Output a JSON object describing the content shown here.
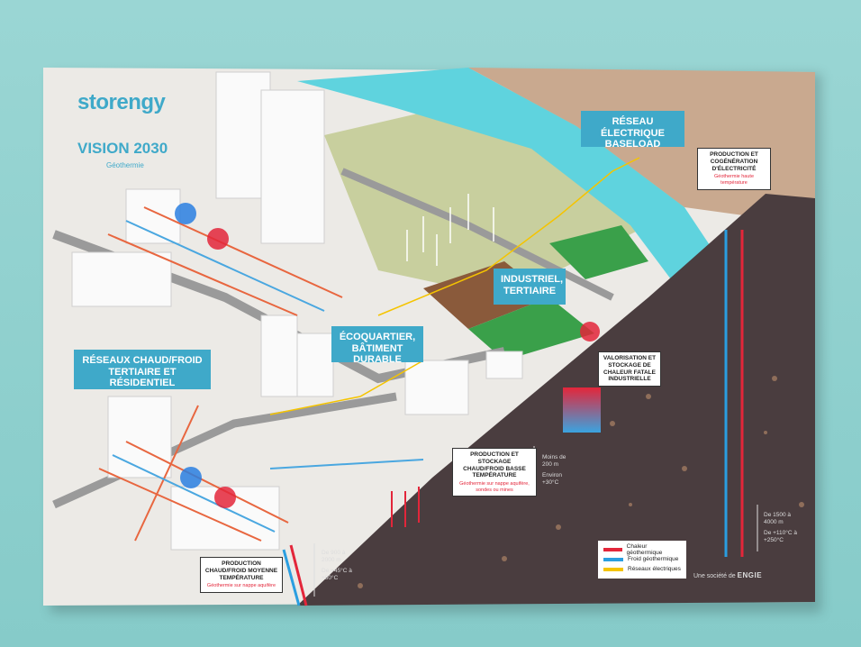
{
  "brand": {
    "logo": "storengy",
    "title": "VISION 2030",
    "subtitle": "Géothermie"
  },
  "labels": {
    "reseau_electrique": "RÉSEAU ÉLECTRIQUE BASELOAD",
    "industriel": "INDUSTRIEL, TERTIAIRE",
    "ecoquartier": "ÉCOQUARTIER, BÂTIMENT DURABLE",
    "reseaux_chaud_froid": "RÉSEAUX CHAUD/FROID TERTIAIRE ET RÉSIDENTIEL"
  },
  "boxes": {
    "cogeneration": {
      "title": "PRODUCTION ET COGÉNÉRATION D'ÉLECTRICITÉ",
      "sub": "Géothermie haute température"
    },
    "valorisation": {
      "title": "VALORISATION ET STOCKAGE DE CHALEUR FATALE INDUSTRIELLE"
    },
    "stockage": {
      "title": "PRODUCTION ET STOCKAGE CHAUD/FROID BASSE TEMPÉRATURE",
      "sub": "Géothermie sur nappe aquifère, sondes ou mines"
    },
    "moyenne": {
      "title": "PRODUCTION CHAUD/FROID MOYENNE TEMPÉRATURE",
      "sub": "Géothermie sur nappe aquifère"
    }
  },
  "depths": {
    "low": {
      "depth": "Moins de 200 m",
      "temp": "Environ +30°C"
    },
    "medium": {
      "depth": "De 900 à 2000 m",
      "temp": "De +45°C à +80°C"
    },
    "high": {
      "depth": "De 1500 à 4000 m",
      "temp": "De +110°C à +250°C"
    }
  },
  "legend": [
    {
      "label": "Chaleur géothermique",
      "color": "#e3263a"
    },
    {
      "label": "Froid géothermique",
      "color": "#2a9ee0"
    },
    {
      "label": "Réseaux électriques",
      "color": "#f5c400"
    }
  ],
  "footer": {
    "text": "Une société de",
    "brand": "ENGIE"
  },
  "colors": {
    "accent": "#3fa9c9",
    "wall": "#8fd0cf",
    "earth": "#4a3d3f",
    "river": "#5fd3de"
  }
}
